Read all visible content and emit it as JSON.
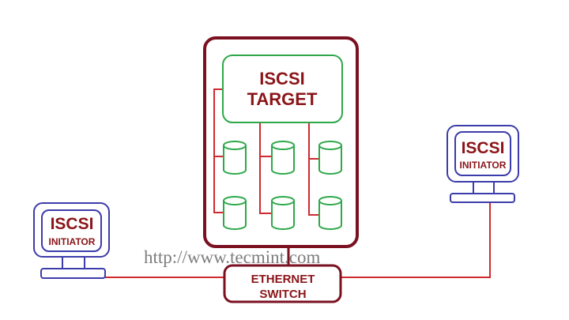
{
  "target": {
    "line1": "ISCSI",
    "line2": "TARGET"
  },
  "switch": {
    "line1": "ETHERNET",
    "line2": "SWITCH"
  },
  "initiator_left": {
    "line1": "ISCSI",
    "line2": "INITIATOR"
  },
  "initiator_right": {
    "line1": "ISCSI",
    "line2": "INITIATOR"
  },
  "watermark": "http://www.tecmint.com",
  "colors": {
    "server": "#7a1020",
    "target": "#2ea84a",
    "link": "#d02a30",
    "initiator": "#3c3caa",
    "text": "#8b1418"
  }
}
